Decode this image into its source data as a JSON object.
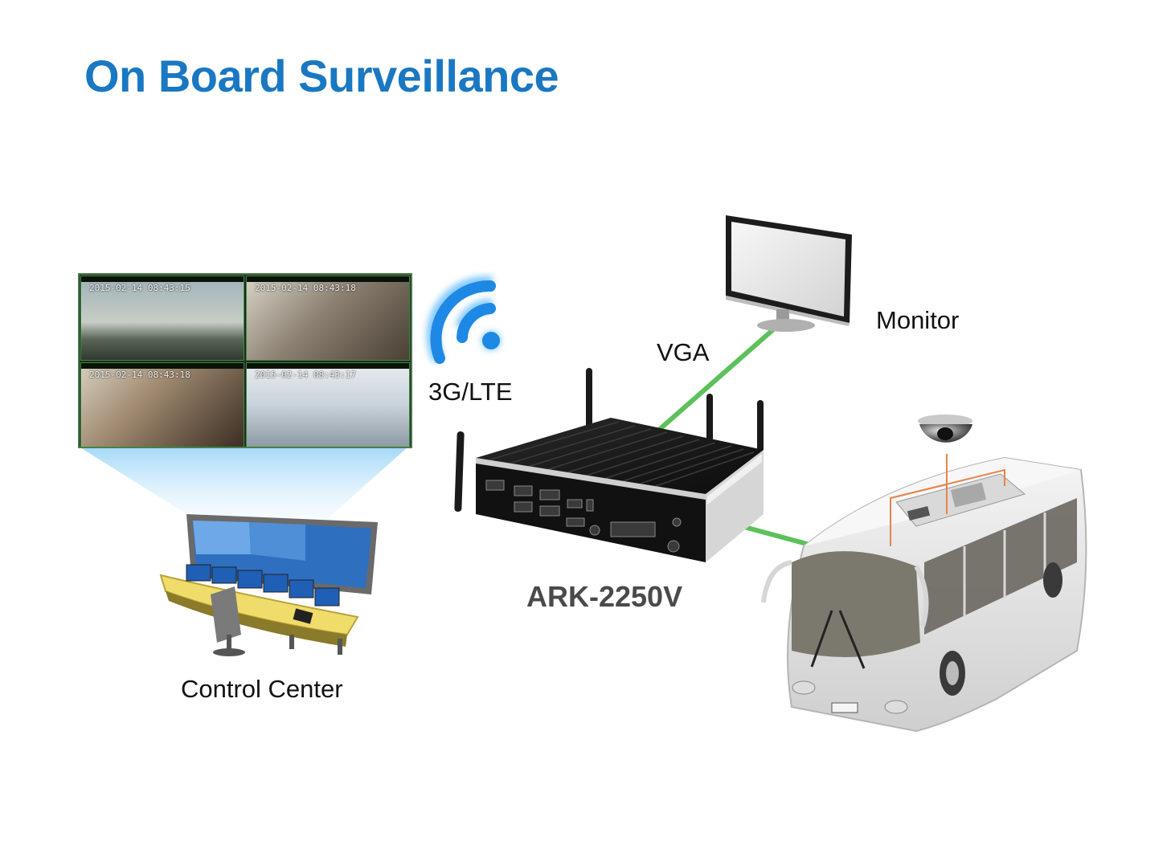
{
  "title": "On Board Surveillance",
  "labels": {
    "wireless": "3G/LTE",
    "vga": "VGA",
    "monitor": "Monitor",
    "product": "ARK-2250V",
    "control_center": "Control Center"
  },
  "camera_feeds": [
    {
      "timestamp": "2015-02-14 08:43:15"
    },
    {
      "timestamp": "2015-02-14 08:43:18"
    },
    {
      "timestamp": "2015-02-14 08:43:18"
    },
    {
      "timestamp": "2015-02-14 08:43:17"
    }
  ],
  "colors": {
    "title": "#1a78c2",
    "wifi": "#1e88e5",
    "connection": "#5cc15a",
    "bus_marker": "#e8844a"
  }
}
